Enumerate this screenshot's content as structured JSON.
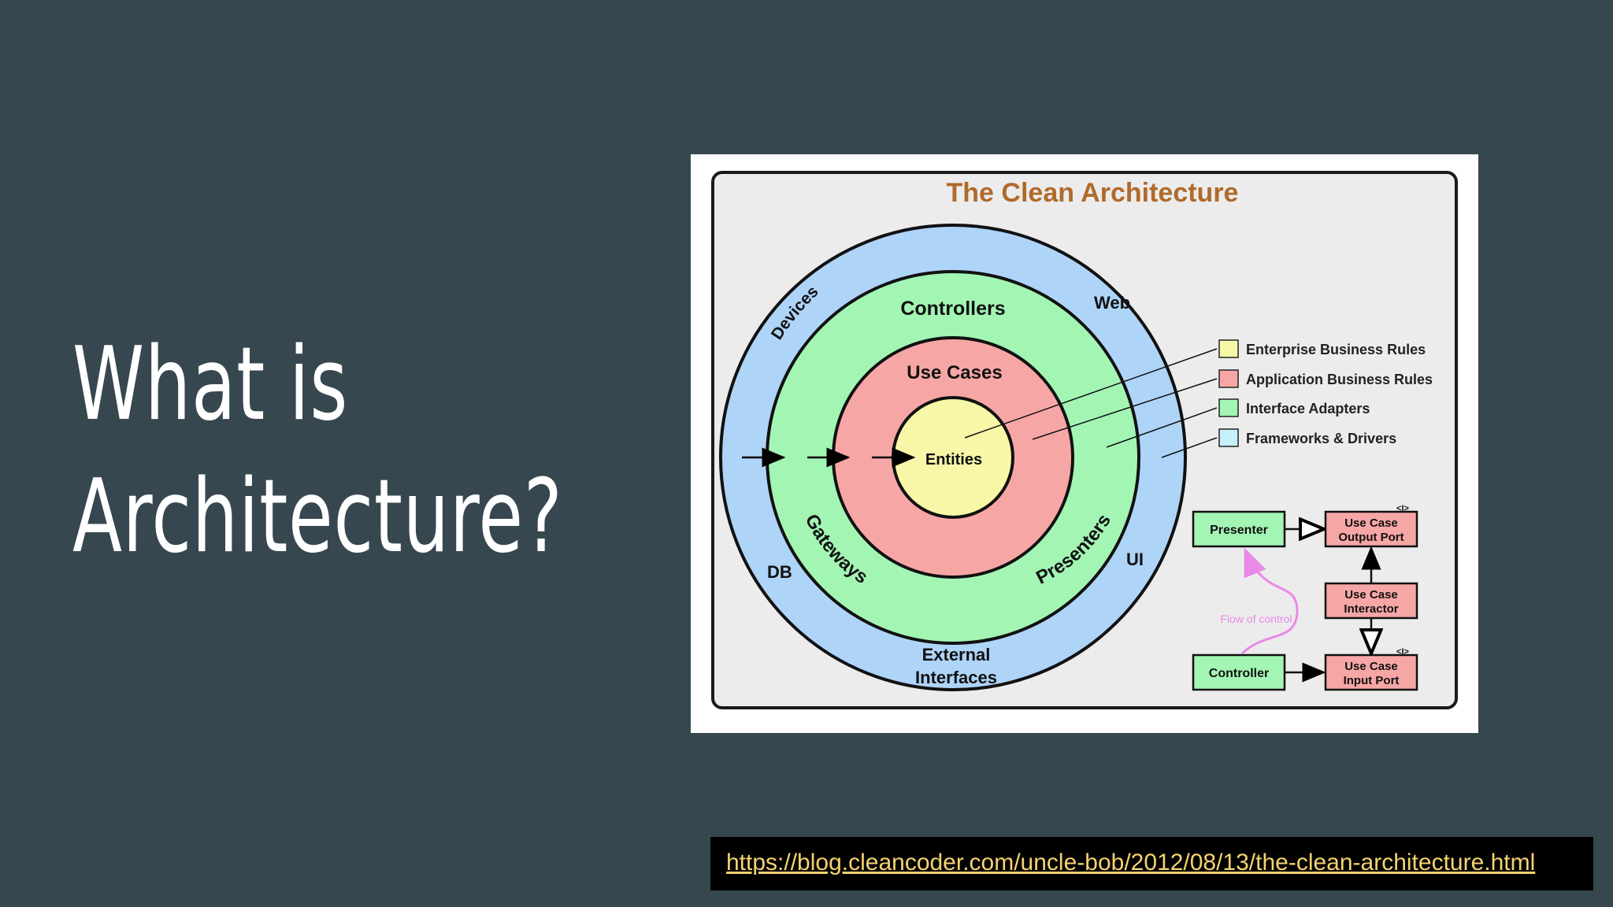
{
  "slide": {
    "title_line1": "What is",
    "title_line2": "Architecture?",
    "background_color": "#37474f"
  },
  "diagram": {
    "title": "The Clean Architecture",
    "rings": {
      "outer_labels": {
        "devices": "Devices",
        "web": "Web",
        "db": "DB",
        "ui": "UI",
        "external_interfaces_1": "External",
        "external_interfaces_2": "Interfaces"
      },
      "adapter_labels": {
        "controllers": "Controllers",
        "gateways": "Gateways",
        "presenters": "Presenters"
      },
      "use_cases": "Use Cases",
      "entities": "Entities"
    },
    "legend": [
      {
        "label": "Enterprise Business Rules",
        "color": "#f8f7a8"
      },
      {
        "label": "Application Business Rules",
        "color": "#f7a6a6"
      },
      {
        "label": "Interface Adapters",
        "color": "#a3f5b4"
      },
      {
        "label": "Frameworks & Drivers",
        "color": "#c5f1f8"
      }
    ],
    "flow": {
      "presenter": "Presenter",
      "controller": "Controller",
      "output_port_1": "Use Case",
      "output_port_2": "Output Port",
      "interactor_1": "Use Case",
      "interactor_2": "Interactor",
      "input_port_1": "Use Case",
      "input_port_2": "Input Port",
      "flow_of_control": "Flow of control",
      "interface_marker": "<I>"
    },
    "colors": {
      "outer_ring": "#aed4f8",
      "adapters_ring": "#a3f5b4",
      "use_cases_ring": "#f7a6a6",
      "entities": "#f8f7a8",
      "title": "#b06a2a",
      "flow_arrow": "#e98ae6"
    }
  },
  "source": {
    "url": "https://blog.cleancoder.com/uncle-bob/2012/08/13/the-clean-architecture.html"
  }
}
